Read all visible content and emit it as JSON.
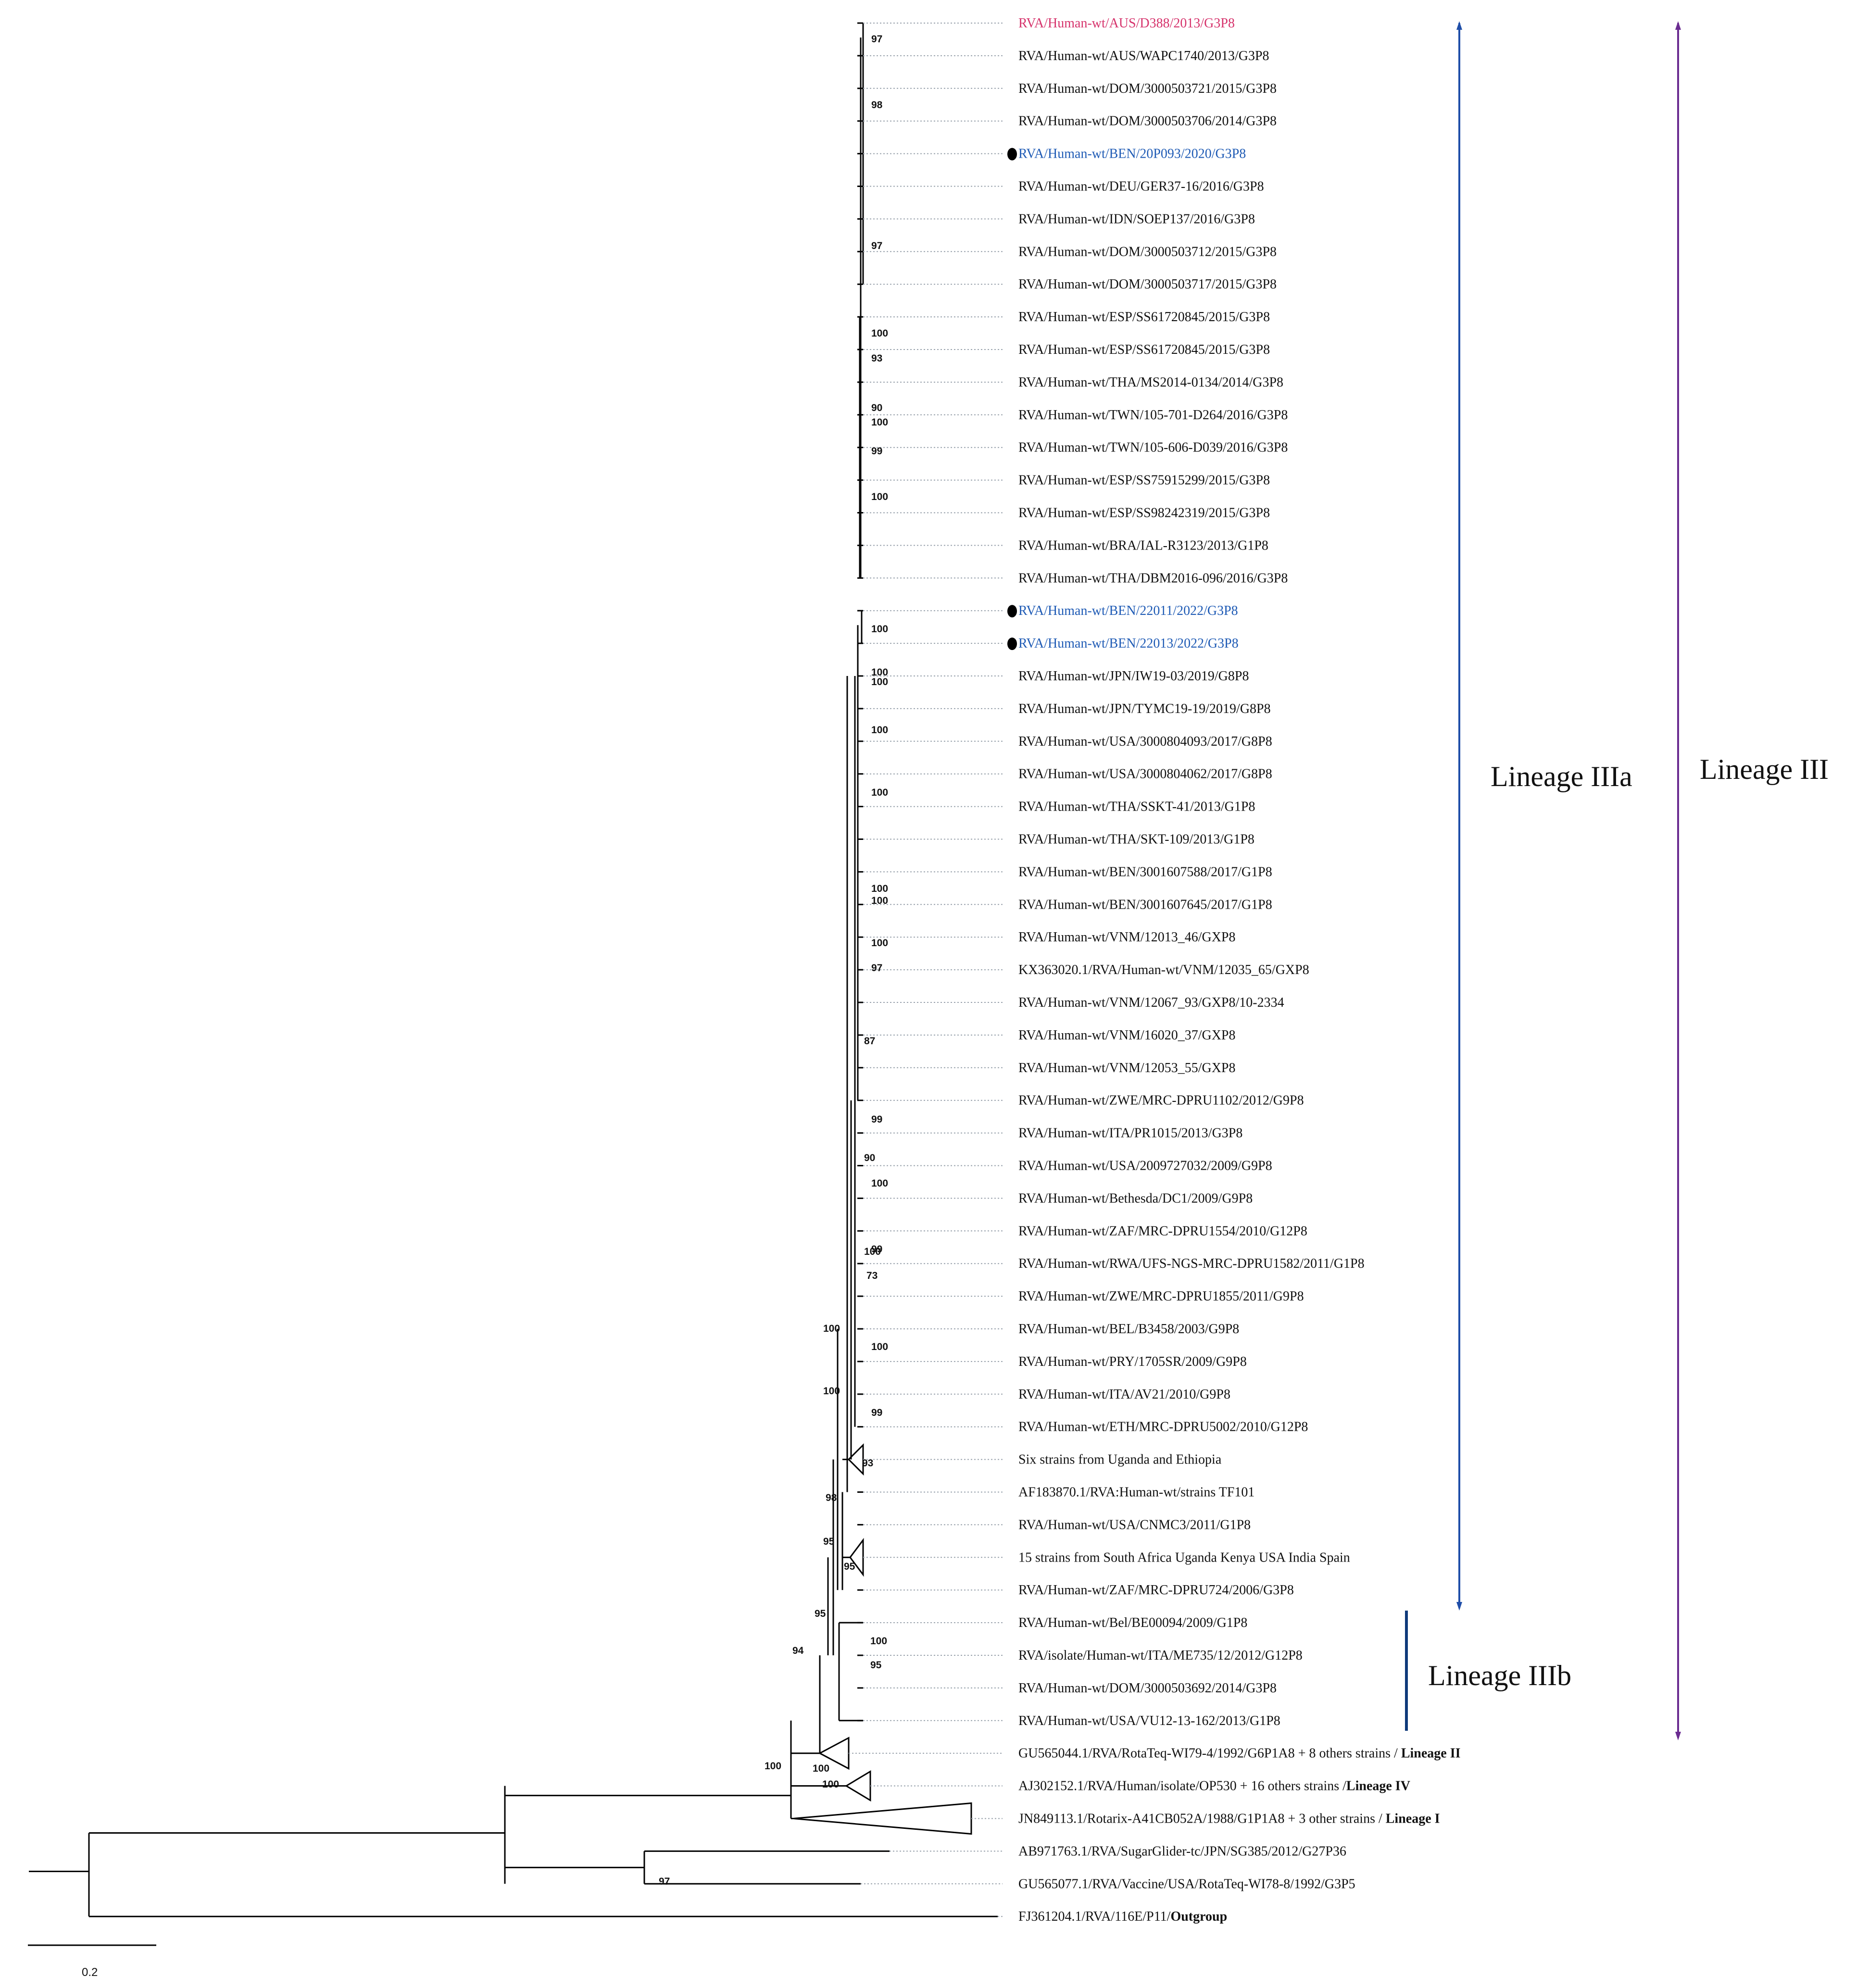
{
  "colors": {
    "default_text": "#111111",
    "reference_strain": "#d6336c",
    "study_strain": "#1f5bb5",
    "lineage_iiia_bar": "#1f4ea8",
    "lineage_iii_bar": "#6b2c91",
    "lineage_iiib_bar": "#0f3a7a",
    "branch": "#000000",
    "dotted_leader": "#9aa3ad"
  },
  "tips": [
    {
      "label": "RVA/Human-wt/AUS/D388/2013/G3P8",
      "style": "reference"
    },
    {
      "label": "RVA/Human-wt/AUS/WAPC1740/2013/G3P8",
      "style": "normal"
    },
    {
      "label": "RVA/Human-wt/DOM/3000503721/2015/G3P8",
      "style": "normal"
    },
    {
      "label": "RVA/Human-wt/DOM/3000503706/2014/G3P8",
      "style": "normal"
    },
    {
      "label": "RVA/Human-wt/BEN/20P093/2020/G3P8",
      "style": "study"
    },
    {
      "label": "RVA/Human-wt/DEU/GER37-16/2016/G3P8",
      "style": "normal"
    },
    {
      "label": "RVA/Human-wt/IDN/SOEP137/2016/G3P8",
      "style": "normal"
    },
    {
      "label": "RVA/Human-wt/DOM/3000503712/2015/G3P8",
      "style": "normal"
    },
    {
      "label": "RVA/Human-wt/DOM/3000503717/2015/G3P8",
      "style": "normal"
    },
    {
      "label": "RVA/Human-wt/ESP/SS61720845/2015/G3P8",
      "style": "normal"
    },
    {
      "label": "RVA/Human-wt/ESP/SS61720845/2015/G3P8",
      "style": "normal"
    },
    {
      "label": "RVA/Human-wt/THA/MS2014-0134/2014/G3P8",
      "style": "normal"
    },
    {
      "label": "RVA/Human-wt/TWN/105-701-D264/2016/G3P8",
      "style": "normal"
    },
    {
      "label": "RVA/Human-wt/TWN/105-606-D039/2016/G3P8",
      "style": "normal"
    },
    {
      "label": "RVA/Human-wt/ESP/SS75915299/2015/G3P8",
      "style": "normal"
    },
    {
      "label": "RVA/Human-wt/ESP/SS98242319/2015/G3P8",
      "style": "normal"
    },
    {
      "label": "RVA/Human-wt/BRA/IAL-R3123/2013/G1P8",
      "style": "normal"
    },
    {
      "label": "RVA/Human-wt/THA/DBM2016-096/2016/G3P8",
      "style": "normal"
    },
    {
      "label": "RVA/Human-wt/BEN/22011/2022/G3P8",
      "style": "study"
    },
    {
      "label": "RVA/Human-wt/BEN/22013/2022/G3P8",
      "style": "study"
    },
    {
      "label": "RVA/Human-wt/JPN/IW19-03/2019/G8P8",
      "style": "normal"
    },
    {
      "label": "RVA/Human-wt/JPN/TYMC19-19/2019/G8P8",
      "style": "normal"
    },
    {
      "label": "RVA/Human-wt/USA/3000804093/2017/G8P8",
      "style": "normal"
    },
    {
      "label": "RVA/Human-wt/USA/3000804062/2017/G8P8",
      "style": "normal"
    },
    {
      "label": "RVA/Human-wt/THA/SSKT-41/2013/G1P8",
      "style": "normal"
    },
    {
      "label": "RVA/Human-wt/THA/SKT-109/2013/G1P8",
      "style": "normal"
    },
    {
      "label": "RVA/Human-wt/BEN/3001607588/2017/G1P8",
      "style": "normal"
    },
    {
      "label": "RVA/Human-wt/BEN/3001607645/2017/G1P8",
      "style": "normal"
    },
    {
      "label": "RVA/Human-wt/VNM/12013_46/GXP8",
      "style": "normal"
    },
    {
      "label": "KX363020.1/RVA/Human-wt/VNM/12035_65/GXP8",
      "style": "normal"
    },
    {
      "label": "RVA/Human-wt/VNM/12067_93/GXP8/10-2334",
      "style": "normal"
    },
    {
      "label": "RVA/Human-wt/VNM/16020_37/GXP8",
      "style": "normal"
    },
    {
      "label": "RVA/Human-wt/VNM/12053_55/GXP8",
      "style": "normal"
    },
    {
      "label": "RVA/Human-wt/ZWE/MRC-DPRU1102/2012/G9P8",
      "style": "normal"
    },
    {
      "label": "RVA/Human-wt/ITA/PR1015/2013/G3P8",
      "style": "normal"
    },
    {
      "label": "RVA/Human-wt/USA/2009727032/2009/G9P8",
      "style": "normal"
    },
    {
      "label": "RVA/Human-wt/Bethesda/DC1/2009/G9P8",
      "style": "normal"
    },
    {
      "label": "RVA/Human-wt/ZAF/MRC-DPRU1554/2010/G12P8",
      "style": "normal"
    },
    {
      "label": "RVA/Human-wt/RWA/UFS-NGS-MRC-DPRU1582/2011/G1P8",
      "style": "normal"
    },
    {
      "label": "RVA/Human-wt/ZWE/MRC-DPRU1855/2011/G9P8",
      "style": "normal"
    },
    {
      "label": "RVA/Human-wt/BEL/B3458/2003/G9P8",
      "style": "normal"
    },
    {
      "label": "RVA/Human-wt/PRY/1705SR/2009/G9P8",
      "style": "normal"
    },
    {
      "label": "RVA/Human-wt/ITA/AV21/2010/G9P8",
      "style": "normal"
    },
    {
      "label": "RVA/Human-wt/ETH/MRC-DPRU5002/2010/G12P8",
      "style": "normal"
    },
    {
      "label": "Six strains from Uganda and Ethiopia",
      "style": "normal"
    },
    {
      "label": "AF183870.1/RVA:Human-wt/strains TF101",
      "style": "normal"
    },
    {
      "label": "RVA/Human-wt/USA/CNMC3/2011/G1P8",
      "style": "normal"
    },
    {
      "label": "15 strains from South Africa Uganda Kenya USA India Spain",
      "style": "normal"
    },
    {
      "label": "RVA/Human-wt/ZAF/MRC-DPRU724/2006/G3P8",
      "style": "normal"
    },
    {
      "label": "RVA/Human-wt/Bel/BE00094/2009/G1P8",
      "style": "normal"
    },
    {
      "label": "RVA/isolate/Human-wt/ITA/ME735/12/2012/G12P8",
      "style": "normal"
    },
    {
      "label": "RVA/Human-wt/DOM/3000503692/2014/G3P8",
      "style": "normal"
    },
    {
      "label": "RVA/Human-wt/USA/VU12-13-162/2013/G1P8",
      "style": "normal"
    },
    {
      "label": "GU565044.1/RVA/RotaTeq-WI79-4/1992/G6P1A8 + 8 others strains / ",
      "bold": "Lineage II",
      "style": "normal"
    },
    {
      "label": "AJ302152.1/RVA/Human/isolate/OP530 + 16 others strains /",
      "bold": "Lineage IV",
      "style": "normal"
    },
    {
      "label": "JN849113.1/Rotarix-A41CB052A/1988/G1P1A8 + 3 other strains / ",
      "bold": "Lineage I",
      "style": "normal"
    },
    {
      "label": "AB971763.1/RVA/SugarGlider-tc/JPN/SG385/2012/G27P36",
      "style": "normal"
    },
    {
      "label": "GU565077.1/RVA/Vaccine/USA/RotaTeq-WI78-8/1992/G3P5",
      "style": "normal"
    },
    {
      "label": "FJ361204.1/RVA/116E/P11/",
      "bold": "Outgroup",
      "style": "normal"
    }
  ],
  "bootstrap_values": [
    "97",
    "98",
    "97",
    "100",
    "93",
    "90",
    "100",
    "99",
    "100",
    "100",
    "100",
    "100",
    "100",
    "100",
    "100",
    "100",
    "100",
    "97",
    "87",
    "99",
    "90",
    "100",
    "99",
    "100",
    "73",
    "100",
    "100",
    "100",
    "99",
    "93",
    "98",
    "95",
    "95",
    "95",
    "94",
    "100",
    "100",
    "100",
    "100",
    "95",
    "97"
  ],
  "brackets": {
    "iiia": "Lineage IIIa",
    "iii": "Lineage III",
    "iiib": "Lineage IIIb"
  },
  "scale_bar": {
    "label": "0.2"
  }
}
